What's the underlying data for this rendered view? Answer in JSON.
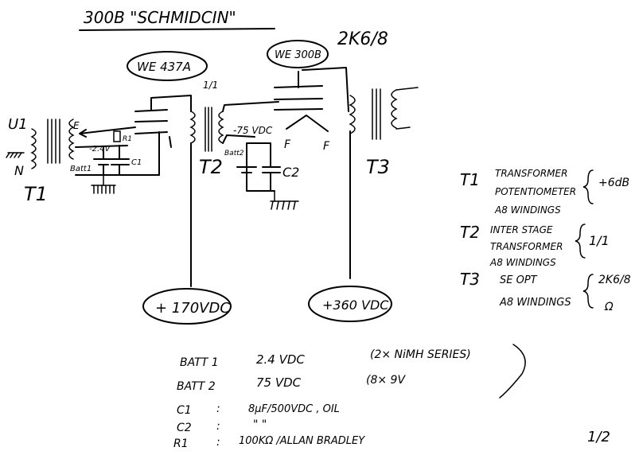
{
  "title": "300B \"SCHMIDCIN\"",
  "tubes": {
    "driver": "WE 437A",
    "output": "WE 300B"
  },
  "output_impedance": "2K6/8",
  "ratio_t2": "1/1",
  "supplies": {
    "driver": "+ 170VDC",
    "output": "+360 VDC"
  },
  "schematic_labels": {
    "u1": "U1",
    "n": "N",
    "e": "E",
    "bias1": "-2.4V",
    "r1": "R1",
    "batt1": "Batt1",
    "c1": "C1",
    "t1": "T1",
    "t2": "T2",
    "t3": "T3",
    "bias2": "-75 VDC",
    "batt2": "Batt2",
    "c2": "C2",
    "f1": "F",
    "f2": "F"
  },
  "legend": {
    "t1": {
      "label": "T1",
      "lines": [
        "TRANSFORMER",
        "POTENTIOMETER",
        "A8 WINDINGS"
      ],
      "note": "+6dB"
    },
    "t2": {
      "label": "T2",
      "lines": [
        "INTER STAGE",
        "TRANSFORMER",
        "A8 WINDINGS"
      ],
      "note": "1/1"
    },
    "t3": {
      "label": "T3",
      "lines": [
        "SE OPT",
        "A8 WINDINGS"
      ],
      "note": [
        "2K6/8",
        "Ω"
      ]
    }
  },
  "parts": [
    {
      "ref": "BATT 1",
      "sep": "",
      "value": "2.4  VDC",
      "extra": "(2× NiMH SERIES)"
    },
    {
      "ref": "BATT 2",
      "sep": "",
      "value": "75  VDC",
      "extra": "(8× 9V"
    },
    {
      "ref": "C1",
      "sep": ":",
      "value": "8μF/500VDC , OIL",
      "extra": ""
    },
    {
      "ref": "C2",
      "sep": ":",
      "value": "\"      \"",
      "extra": ""
    },
    {
      "ref": "R1",
      "sep": ":",
      "value": "100KΩ  /ALLAN BRADLEY",
      "extra": ""
    }
  ],
  "page_number": "1/2"
}
